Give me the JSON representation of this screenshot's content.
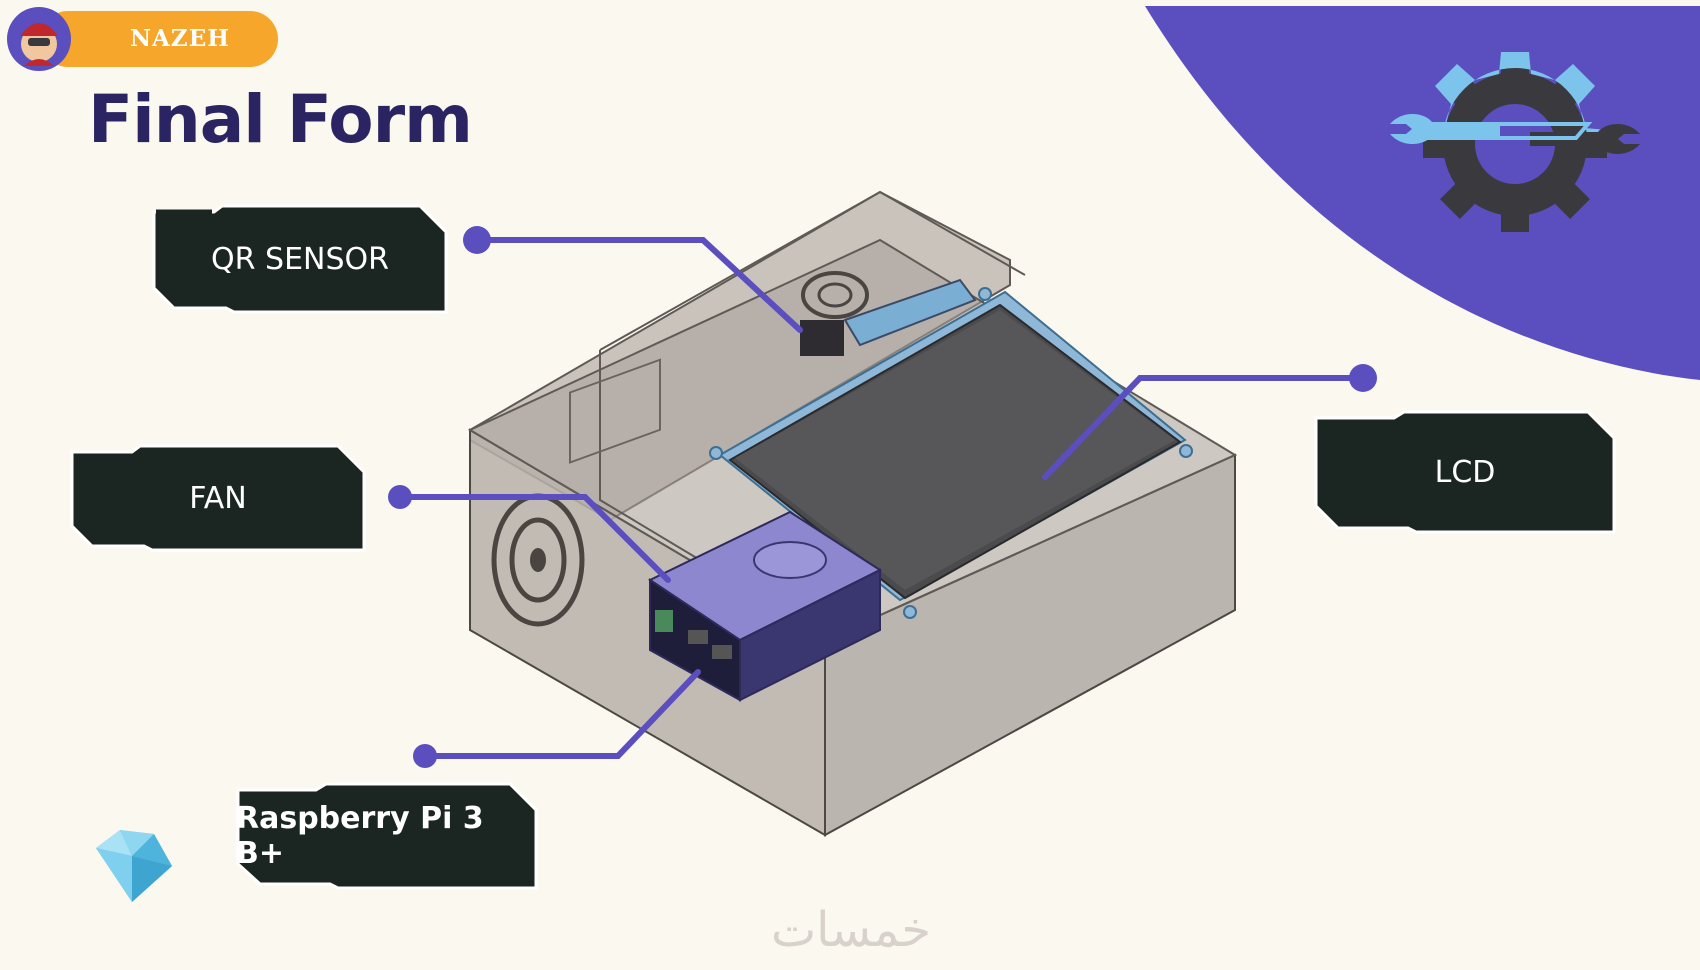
{
  "badge": {
    "text": "NAZEH"
  },
  "slide": {
    "title": "Final Form"
  },
  "labels": {
    "qr_sensor": "QR SENSOR",
    "fan": "FAN",
    "lcd": "LCD",
    "raspberry_pi": "Raspberry Pi 3 B+"
  },
  "watermark": {
    "text": "خمسات"
  },
  "colors": {
    "background": "#fbf8f0",
    "accent_purple": "#5b4fbf",
    "title_navy": "#2a2462",
    "badge_orange": "#f6a62a",
    "label_fill": "#1b2622",
    "callout_line": "#5b4fbf"
  },
  "icons": [
    "avatar-icon",
    "gear-wrench-icon",
    "diamond-icon"
  ]
}
